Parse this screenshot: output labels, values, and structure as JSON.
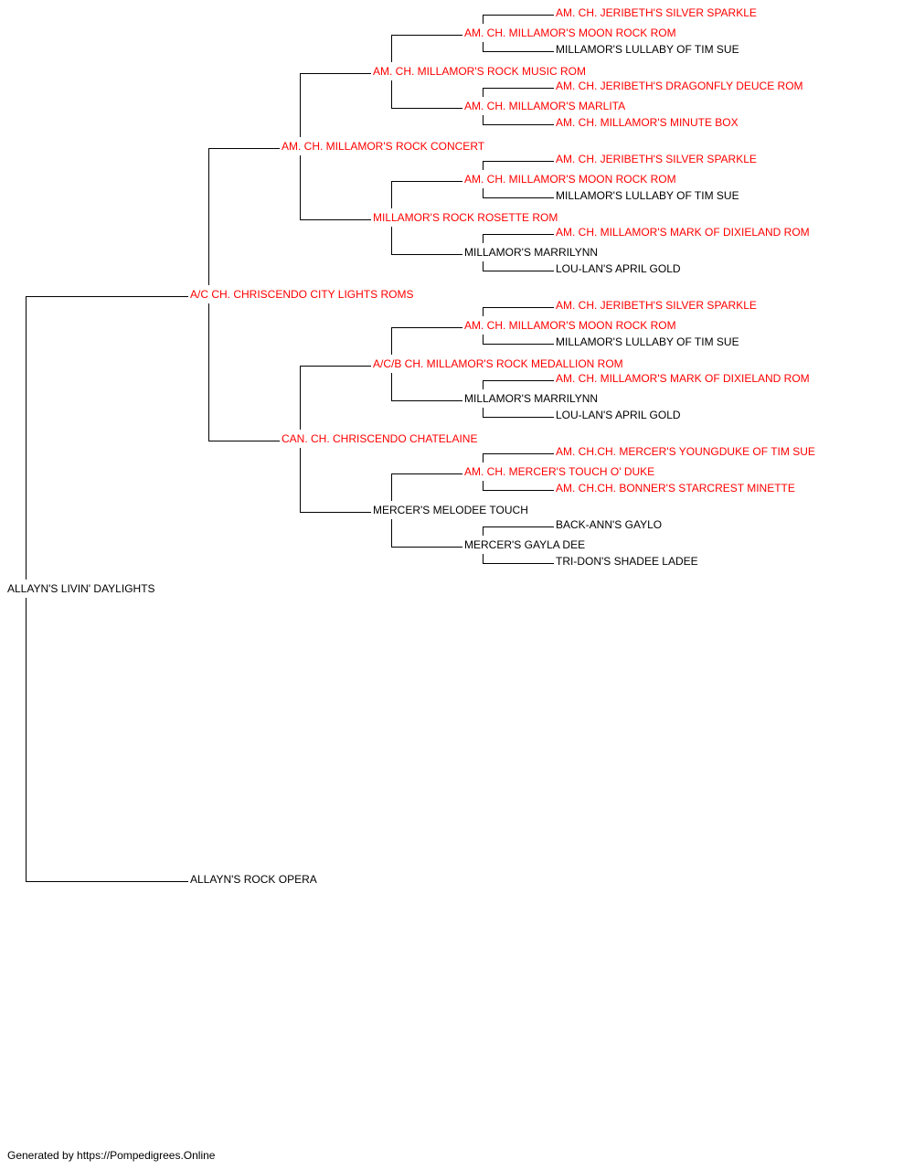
{
  "colors": {
    "champion": "#ff0000",
    "default": "#000000",
    "connector": "#000000"
  },
  "pedigree": {
    "name": "ALLAYN'S LIVIN' DAYLIGHTS",
    "champion": false,
    "sire": {
      "name": "A/C CH. CHRISCENDO CITY LIGHTS ROMS",
      "champion": true,
      "sire": {
        "name": "AM. CH. MILLAMOR'S ROCK CONCERT",
        "champion": true,
        "sire": {
          "name": "AM. CH. MILLAMOR'S ROCK MUSIC ROM",
          "champion": true,
          "sire": {
            "name": "AM. CH. MILLAMOR'S MOON ROCK ROM",
            "champion": true,
            "sire": {
              "name": "AM. CH. JERIBETH'S SILVER SPARKLE",
              "champion": true
            },
            "dam": {
              "name": "MILLAMOR'S LULLABY OF TIM SUE",
              "champion": false
            }
          },
          "dam": {
            "name": "AM. CH. MILLAMOR'S MARLITA",
            "champion": true,
            "sire": {
              "name": "AM. CH. JERIBETH'S DRAGONFLY DEUCE ROM",
              "champion": true
            },
            "dam": {
              "name": "AM. CH. MILLAMOR'S MINUTE BOX",
              "champion": true
            }
          }
        },
        "dam": {
          "name": "MILLAMOR'S ROCK ROSETTE ROM",
          "champion": true,
          "sire": {
            "name": "AM. CH. MILLAMOR'S MOON ROCK ROM",
            "champion": true,
            "sire": {
              "name": "AM. CH. JERIBETH'S SILVER SPARKLE",
              "champion": true
            },
            "dam": {
              "name": "MILLAMOR'S LULLABY OF TIM SUE",
              "champion": false
            }
          },
          "dam": {
            "name": "MILLAMOR'S MARRILYNN",
            "champion": false,
            "sire": {
              "name": "AM. CH. MILLAMOR'S MARK OF DIXIELAND ROM",
              "champion": true
            },
            "dam": {
              "name": "LOU-LAN'S APRIL GOLD",
              "champion": false
            }
          }
        }
      },
      "dam": {
        "name": "CAN. CH. CHRISCENDO CHATELAINE",
        "champion": true,
        "sire": {
          "name": "A/C/B CH. MILLAMOR'S ROCK MEDALLION ROM",
          "champion": true,
          "sire": {
            "name": "AM. CH. MILLAMOR'S MOON ROCK ROM",
            "champion": true,
            "sire": {
              "name": "AM. CH. JERIBETH'S SILVER SPARKLE",
              "champion": true
            },
            "dam": {
              "name": "MILLAMOR'S LULLABY OF TIM SUE",
              "champion": false
            }
          },
          "dam": {
            "name": "MILLAMOR'S MARRILYNN",
            "champion": false,
            "sire": {
              "name": "AM. CH. MILLAMOR'S MARK OF DIXIELAND ROM",
              "champion": true
            },
            "dam": {
              "name": "LOU-LAN'S APRIL GOLD",
              "champion": false
            }
          }
        },
        "dam": {
          "name": "MERCER'S MELODEE TOUCH",
          "champion": false,
          "sire": {
            "name": "AM. CH. MERCER'S TOUCH O' DUKE",
            "champion": true,
            "sire": {
              "name": "AM. CH.CH. MERCER'S YOUNGDUKE OF TIM SUE",
              "champion": true
            },
            "dam": {
              "name": "AM. CH.CH. BONNER'S STARCREST MINETTE",
              "champion": true
            }
          },
          "dam": {
            "name": "MERCER'S GAYLA DEE",
            "champion": false,
            "sire": {
              "name": "BACK-ANN'S GAYLO",
              "champion": false
            },
            "dam": {
              "name": "TRI-DON'S SHADEE LADEE",
              "champion": false
            }
          }
        }
      }
    },
    "dam": {
      "name": "ALLAYN'S ROCK OPERA",
      "champion": false
    }
  },
  "footer": {
    "text": "Generated by https://Pompedigrees.Online"
  }
}
